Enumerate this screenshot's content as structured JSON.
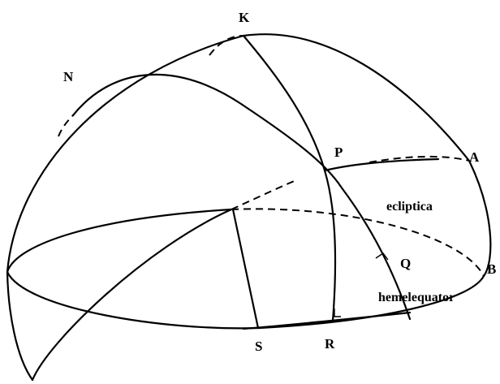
{
  "points": {
    "K": "K",
    "N": "N",
    "P": "P",
    "A": "A",
    "Q": "Q",
    "B": "B",
    "S": "S",
    "R": "R"
  },
  "circles": {
    "ecliptic": "ecliptica",
    "equator": "hemelequator"
  }
}
